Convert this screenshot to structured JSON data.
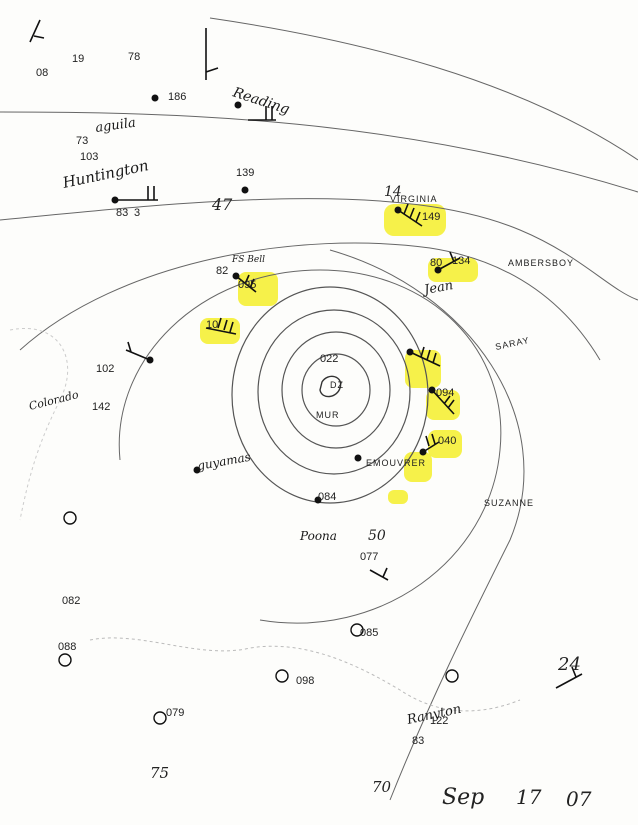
{
  "stations": {
    "huntington": "Huntington",
    "reading": "Reading",
    "virginia": "VIRGINIA",
    "jean": "Jean",
    "ambersboy": "AMBERSBOY",
    "fsbell": "FS Bell",
    "colorado": "Colorado",
    "aguila": "aguila",
    "saray": "SARAY",
    "guyamas": "guyamas",
    "poona": "Poona",
    "suzanne": "SUZANNE",
    "rainey": "Ranyton",
    "muri": "MUR",
    "dz": "DZ",
    "emouvrer": "EMOUVRER"
  },
  "readings": {
    "r1": "78",
    "r2": "08",
    "r3": "19",
    "r4": "186",
    "r5": "73",
    "r6": "103",
    "r7": "83",
    "r8": "3",
    "r9": "139",
    "r10": "14",
    "r11": "149",
    "r12": "80",
    "r13": "134",
    "r14": "82",
    "r15": "095",
    "r16": "10",
    "r17": "022",
    "r18": "040",
    "r19": "094",
    "r20": "084",
    "r21": "077",
    "r22": "085",
    "r23": "098",
    "r24": "079",
    "r25": "088",
    "r26": "082",
    "r27": "102",
    "r28": "142",
    "r29": "24",
    "r30": "122",
    "r31": "83",
    "r32": "75",
    "r33": "70",
    "r34": "47",
    "r35": "50"
  },
  "date": {
    "month": "Sep",
    "day": "17",
    "year": "07"
  },
  "colors": {
    "highlight": "#f4ee2a",
    "ink": "#111111",
    "pencil": "#555555"
  }
}
